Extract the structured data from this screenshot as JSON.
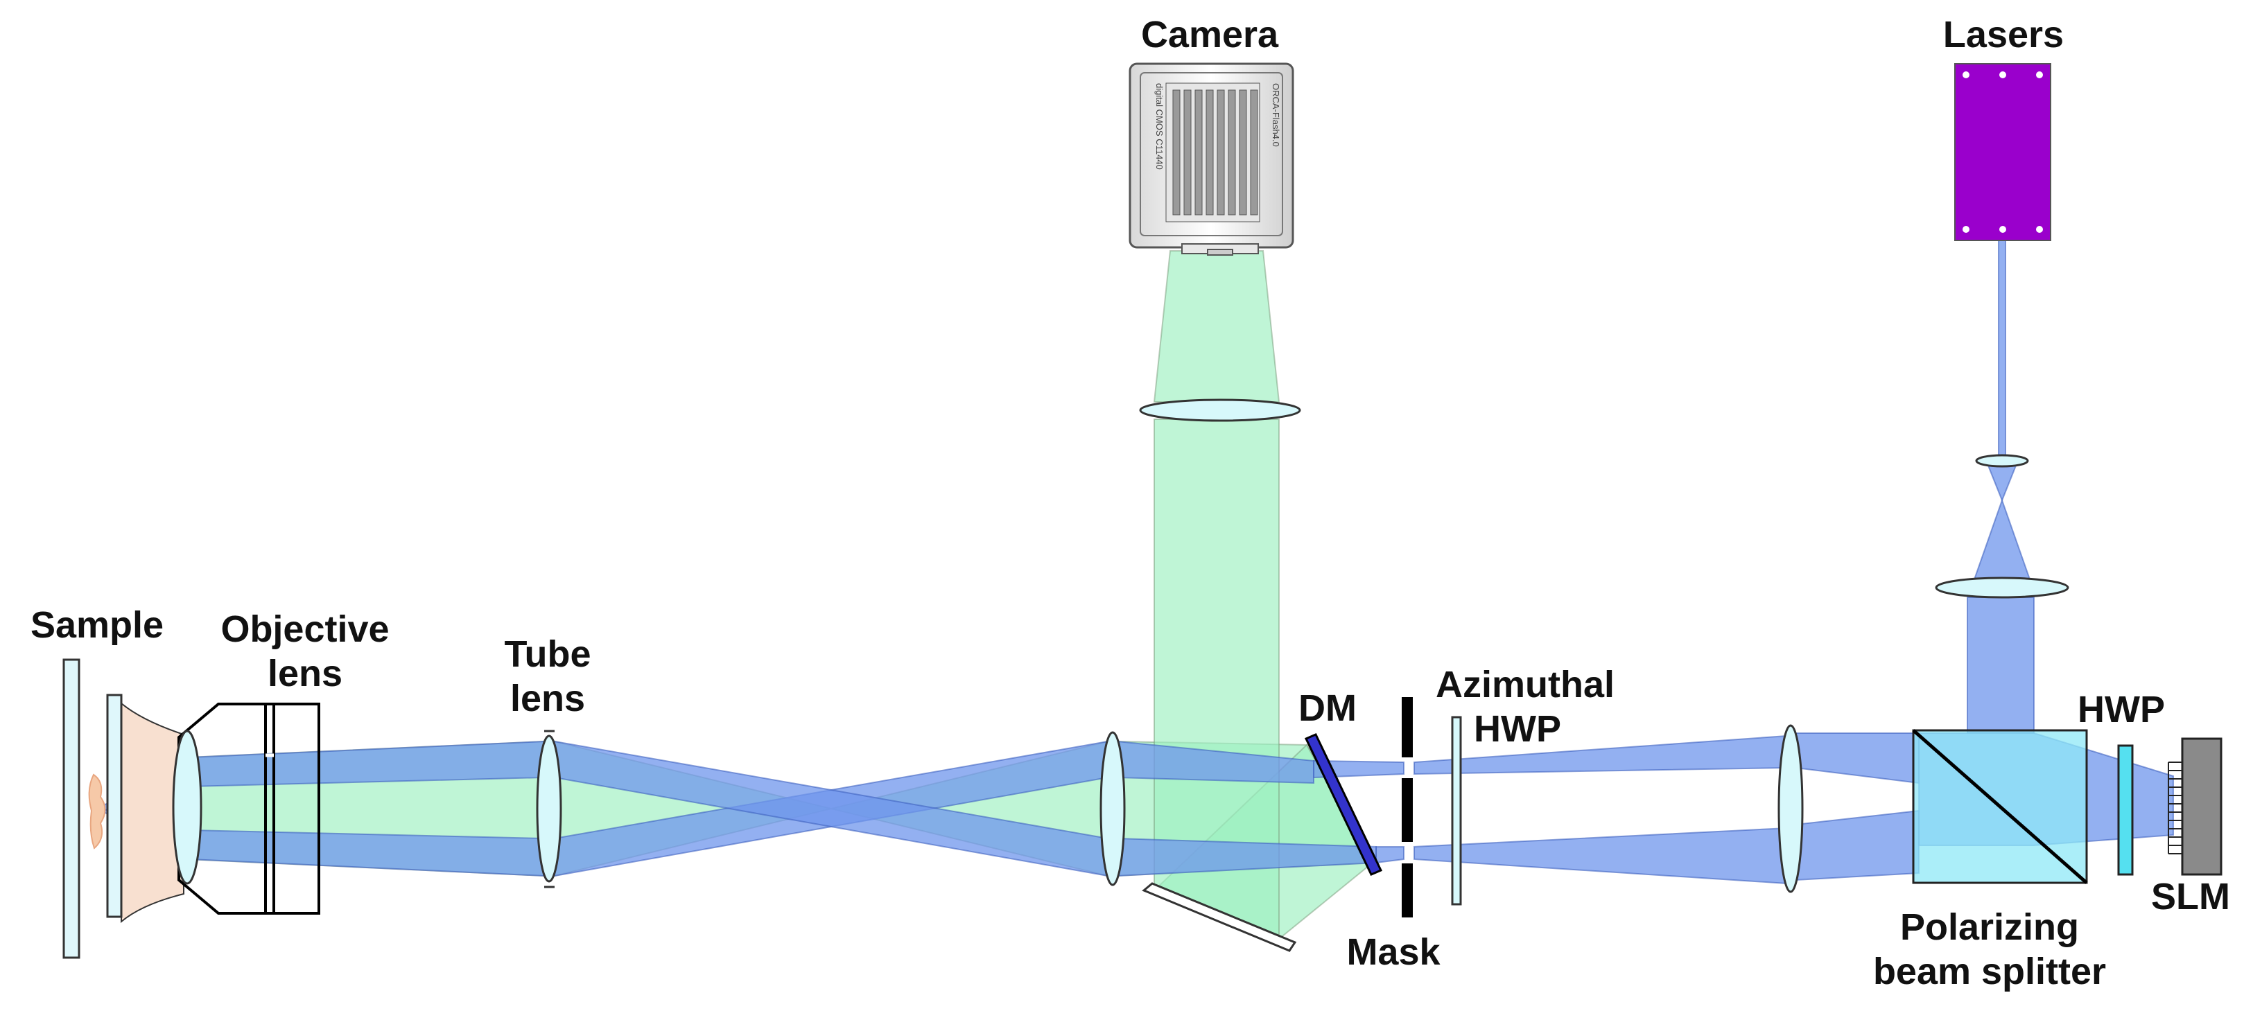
{
  "labels": {
    "camera": "Camera",
    "lasers": "Lasers",
    "sample": "Sample",
    "objective_lens": [
      "Objective",
      "lens"
    ],
    "tube_lens": [
      "Tube",
      "lens"
    ],
    "dm": "DM",
    "azimuthal_hwp": [
      "Azimuthal",
      "HWP"
    ],
    "mask": "Mask",
    "hwp": "HWP",
    "slm": "SLM",
    "polarizing_beam_splitter": [
      "Polarizing",
      "beam splitter"
    ],
    "camera_body_text": [
      "ORCA-Flash4.0",
      "digital CMOS C11440"
    ]
  },
  "colors": {
    "excitation_beam": "#6f95ec",
    "emission_beam": "#9cf0c0",
    "optic_fill": "#d7f8fb",
    "laser": "#9a00cc",
    "dichroic": "#3333cc",
    "pbs_cube": "#8fe8f7",
    "hwp_plate": "#55e0f0",
    "slm": "#8a8a8a",
    "sample_tissue": "#f6c9a8"
  }
}
